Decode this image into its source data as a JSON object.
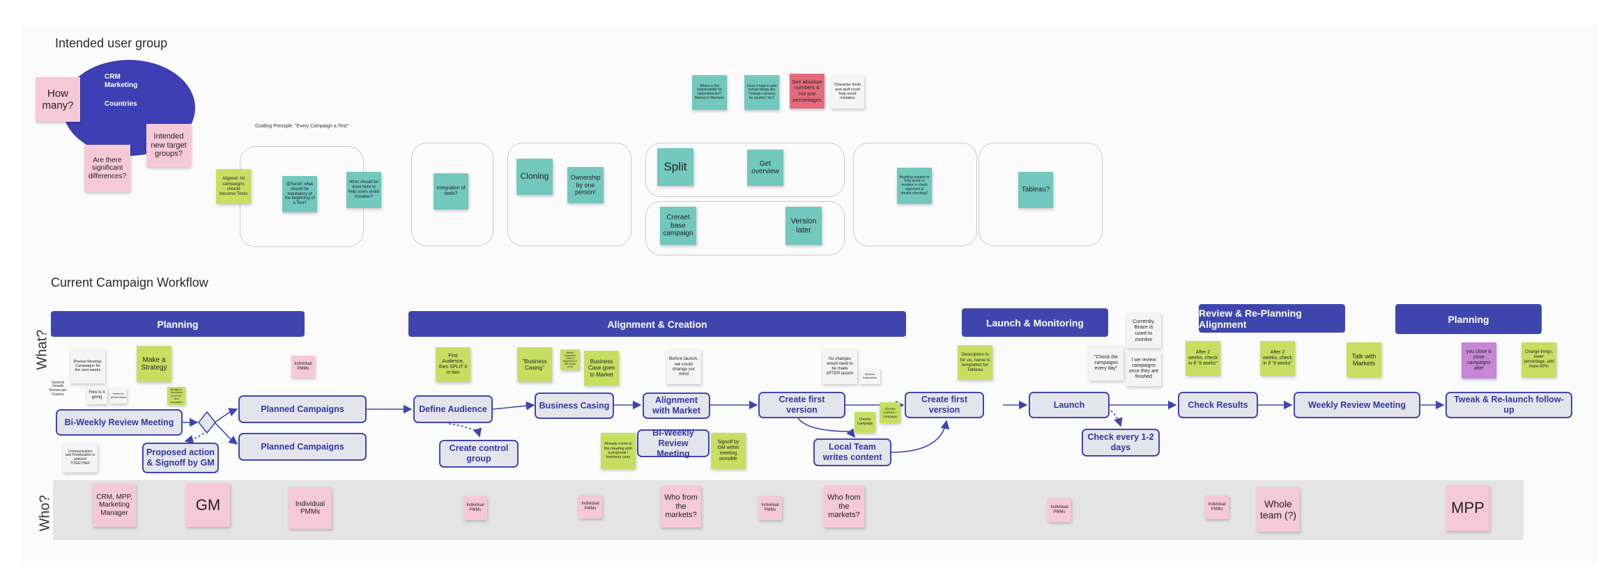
{
  "user_group": {
    "title": "Intended user group",
    "ellipse_lines": [
      "CRM",
      "Marketing",
      "Countries"
    ],
    "how_many": "How many?",
    "differences": "Are there significant differences?",
    "new_groups": "Intended new target groups?",
    "guiding_principle": "Guiding Principle: \"Every Campaign a Test\""
  },
  "ideas": {
    "aligned": "Aligned: All campaigns should become Tests",
    "sarah": "@Sarah: what should be mandatory at the beginning of a Test?",
    "what_done": "What should be done here to help users avoid mistakes?",
    "integration": "Integration of tools?",
    "cloning": "Cloning",
    "ownership": "Ownership by one person!",
    "split": "Split",
    "overview": "Get overview",
    "create_base": "Creraet base campaign",
    "version_later": "Version later",
    "anything_needed": "Anything needed to help avoid or mistake or check alignment & double-checking?",
    "tableau": "Tableau?",
    "top_where": "Where is the responsibility for dependencies? Market or Marketer",
    "top_does": "Does it help to add certain things like \"change currency by country\" etc?",
    "top_see": "See absolute numbers & not just percentages",
    "top_char": "Character limits and stuff could help avoid mistakes"
  },
  "workflow": {
    "title": "Current Campaign Workflow",
    "what_label": "What?",
    "who_label": "Who?",
    "phases": {
      "planning1": "Planning",
      "alignment": "Alignment & Creation",
      "launch_mon": "Launch & Monitoring",
      "review": "Review & Re-Planning Alignment",
      "planning2": "Planning"
    },
    "nodes": {
      "biweekly": "Bi-Weekly Review Meeting",
      "planned1": "Planned Campaigns",
      "planned2": "Planned Campaigns",
      "proposed": "Proposed action & Signoff by GM",
      "define": "Define Audience",
      "control": "Create control group",
      "casing": "Business Casing",
      "alignment": "Alignment with Market",
      "biweekly2": "Bi-Weekly Review Meeting",
      "first_version": "Create first version",
      "local_team": "Local Team writes content",
      "first_version2": "Create first version",
      "launch": "Launch",
      "check_days": "Check every 1-2 days",
      "check_results": "Check Results",
      "weekly": "Weekly Review Meeting",
      "tweak": "Tweak & Re-launch follow-up"
    },
    "what_notes": {
      "review_meeting": "Review Meeting: Campaigns for the next weeks",
      "make_strategy": "Make a Strategy",
      "general": "General Growth Review per Country",
      "how_going": "How is it going",
      "small1": "Ideas for performance",
      "budget": "Budget & Spending is set for new campaign",
      "communication": "Communication and Prioritization is planned TOGETHER",
      "individual_pmms_small": "Individual PMMs",
      "first_audience": "First Audience, then SPLIT it in two",
      "business_casing_q": "\"Business Casing\"",
      "small_market": "Market alignment check & alignment of text before push",
      "business_case_goes": "Business Case goes to Market",
      "before_launch": "Before launch, we could change our mind",
      "already_come": "Already come to the meeting with a proposal / business case",
      "signoff_gm": "Signoff by GM within meeting possible",
      "no_changes": "No changes would need to be made AFTER launch",
      "session_auto": "Session Automation",
      "checks_campaign": "Checks Campaign",
      "checks_content": "Checks Content + Campaign",
      "description": "Description is for us, name is templated for Tableau",
      "check_campaigns": "\"Check the campaigns every day\"",
      "braze": "Currently, Braze is used to monitor",
      "review_once": "I we review campaigns once they are finished",
      "after2_a": "After 2 weeks, check in if \"it works\"",
      "after2_b": "After 2 weeks, check in if \"it works\"",
      "talk_markets": "Talk with Markets",
      "close_campaigns": "you close & close campaigns after",
      "change_things": "Change things, lower percentage, add more KPIs"
    },
    "who_notes": {
      "crm": "CRM, MPP, Marketing Manager",
      "gm": "GM",
      "pmms1": "Individual PMMs",
      "pmms2": "Individual PMMs",
      "pmms3": "Individual PMMs",
      "markets1": "Who from the markets?",
      "pmms4": "Individual PMMs",
      "markets2": "Who from the markets?",
      "pmms5": "Individual PMMs",
      "pmms6": "Individual PMMs",
      "whole_team": "Whole team (?)",
      "mpp": "MPP"
    }
  },
  "colors": {
    "phase": "#3e46ae",
    "node_border": "#3f47ad",
    "node_fill": "#e4e4ec",
    "pink": "#f6c9d8",
    "teal": "#72c8bd",
    "green": "#c8de61",
    "red": "#e56a7c",
    "purple": "#c687d4",
    "ellipse": "#3d3fb4"
  }
}
